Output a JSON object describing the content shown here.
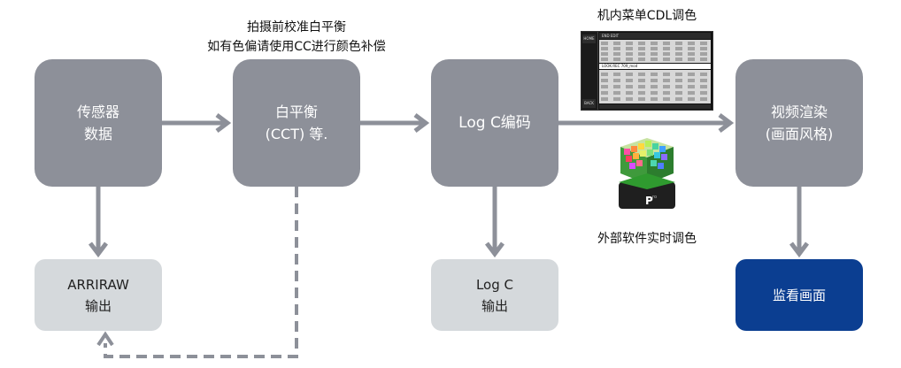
{
  "nodes": {
    "sensor": {
      "line1": "传感器",
      "line2": "数据"
    },
    "white_balance": {
      "line1": "白平衡",
      "line2": "(CCT) 等."
    },
    "log_c_encode": {
      "label": "Log C编码"
    },
    "view_render": {
      "line1": "视频渲染",
      "line2": "(画面风格)"
    },
    "arriraw_out": {
      "line1": "ARRIRAW",
      "line2": "输出"
    },
    "log_c_out": {
      "line1": "Log C",
      "line2": "输出"
    },
    "monitor_image": {
      "label": "监看画面"
    }
  },
  "notes": {
    "pre_shoot": {
      "line1": "拍摄前校准白平衡",
      "line2": "如有色偏请使用CC进行颜色补偿"
    },
    "in_camera_cdl": "机内菜单CDL调色",
    "external_software": "外部软件实时调色"
  },
  "cdl_panel": {
    "home_tab": "HOME",
    "back_tab": "BACK",
    "header": "END EDIT",
    "look_row": "LOOK:REC 709_mod"
  },
  "colors": {
    "process_box": "#8d9099",
    "output_box": "#d5d9dc",
    "monitor_box": "#0b3e91",
    "connector": "#8d9099"
  }
}
